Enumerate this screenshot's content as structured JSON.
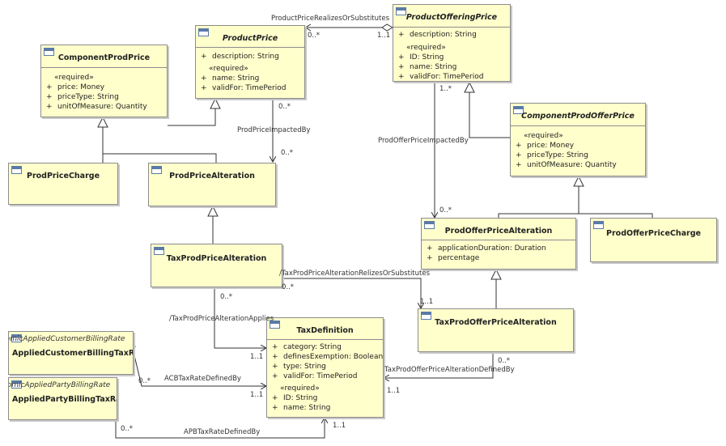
{
  "classes": {
    "product_price": {
      "name": "ProductPrice",
      "attrs": [
        {
          "v": "+",
          "t": "description: String"
        }
      ],
      "stereo": "«required»",
      "req": [
        {
          "v": "+",
          "t": "name: String"
        },
        {
          "v": "+",
          "t": "validFor: TimePeriod"
        }
      ]
    },
    "product_offering_price": {
      "name": "ProductOfferingPrice",
      "attrs": [
        {
          "v": "+",
          "t": "description: String"
        }
      ],
      "stereo": "«required»",
      "req": [
        {
          "v": "+",
          "t": "ID: String"
        },
        {
          "v": "+",
          "t": "name: String"
        },
        {
          "v": "+",
          "t": "validFor: TimePeriod"
        }
      ]
    },
    "component_prod_price": {
      "name": "ComponentProdPrice",
      "stereo": "«required»",
      "req": [
        {
          "v": "+",
          "t": "price: Money"
        },
        {
          "v": "+",
          "t": "priceType: String"
        },
        {
          "v": "+",
          "t": "unitOfMeasure: Quantity"
        }
      ]
    },
    "component_prod_offer_price": {
      "name": "ComponentProdOfferPrice",
      "stereo": "«required»",
      "req": [
        {
          "v": "+",
          "t": "price: Money"
        },
        {
          "v": "+",
          "t": "priceType: String"
        },
        {
          "v": "+",
          "t": "unitOfMeasure: Quantity"
        }
      ]
    },
    "prod_price_charge": {
      "name": "ProdPriceCharge"
    },
    "prod_price_alteration": {
      "name": "ProdPriceAlteration"
    },
    "tax_prod_price_alteration": {
      "name": "TaxProdPriceAlteration"
    },
    "prod_offer_price_alteration": {
      "name": "ProdOfferPriceAlteration",
      "attrs": [
        {
          "v": "+",
          "t": "applicationDuration: Duration"
        },
        {
          "v": "+",
          "t": "percentage"
        }
      ]
    },
    "prod_offer_price_charge": {
      "name": "ProdOfferPriceCharge"
    },
    "tax_prod_offer_price_alteration": {
      "name": "TaxProdOfferPriceAlteration"
    },
    "tax_definition": {
      "name": "TaxDefinition",
      "attrs": [
        {
          "v": "+",
          "t": "category: String"
        },
        {
          "v": "+",
          "t": "definesExemption: Boolean"
        },
        {
          "v": "+",
          "t": "type: String"
        },
        {
          "v": "+",
          "t": "validFor: TimePeriod"
        }
      ],
      "stereo": "«required»",
      "req": [
        {
          "v": "+",
          "t": "ID: String"
        },
        {
          "v": "+",
          "t": "name: String"
        }
      ]
    },
    "applied_customer_billing_tax_rate": {
      "stereotype": "AtomicAppliedCustomerBillingRate",
      "name": "AppliedCustomerBillingTaxRate"
    },
    "applied_party_billing_tax_rate": {
      "stereotype": "AtomicAppliedPartyBillingRate",
      "name": "AppliedPartyBillingTaxRate"
    }
  },
  "associations": {
    "product_price_realizes": {
      "name": "ProductPriceRealizesOrSubstitutes",
      "src_mult": "0..*",
      "dst_mult": "1..1"
    },
    "prod_price_impacted_by": {
      "name": "ProdPriceImpactedBy",
      "src_mult": "0..*",
      "dst_mult": "0..*"
    },
    "prod_offer_price_impacted_by": {
      "name": "ProdOfferPriceImpactedBy",
      "src_mult": "1..*",
      "dst_mult": "0..*"
    },
    "tax_alteration_realizes": {
      "name": "/TaxProdPriceAlterationRelizesOrSubstitutes",
      "src_mult": "0..*",
      "dst_mult": "1..1"
    },
    "tax_alteration_applies": {
      "name": "/TaxProdPriceAlterationApplies",
      "src_mult": "0..*",
      "dst_mult": "1..1"
    },
    "tax_offer_alteration_defined_by": {
      "name": "TaxProdOfferPriceAlterationDefinedBy",
      "src_mult": "0..*",
      "dst_mult": "1..1"
    },
    "acb_tax_rate_defined_by": {
      "name": "ACBTaxRateDefinedBy",
      "src_mult": "0..*",
      "dst_mult": "1..1"
    },
    "apb_tax_rate_defined_by": {
      "name": "APBTaxRateDefinedBy",
      "src_mult": "0..*",
      "dst_mult": "1..1"
    }
  }
}
